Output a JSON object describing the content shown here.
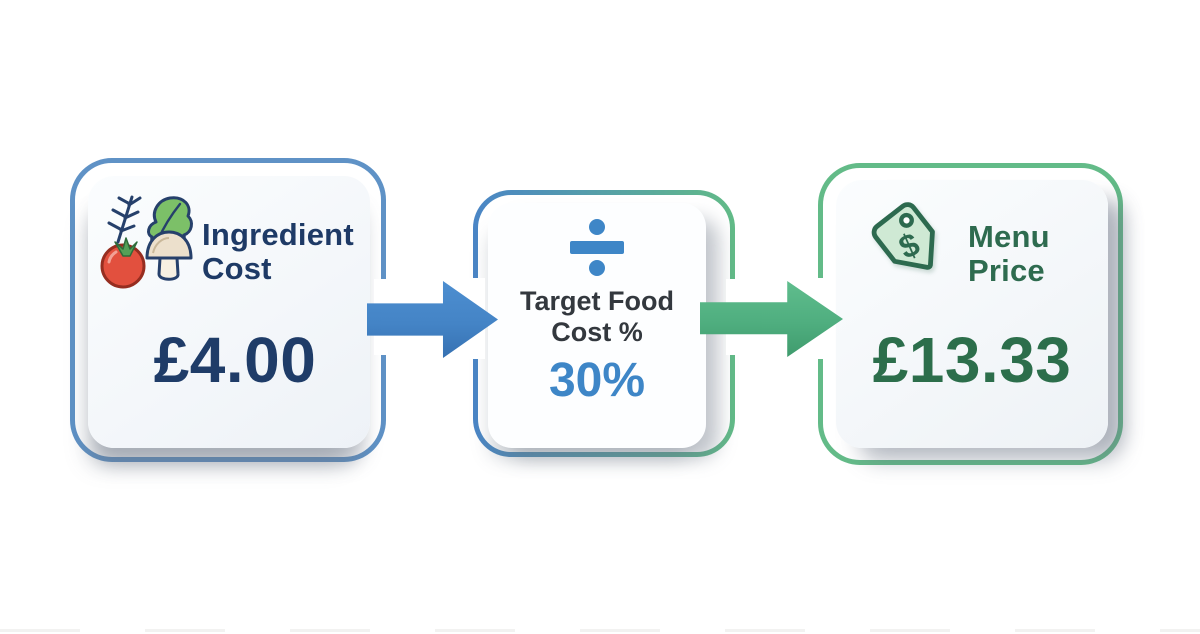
{
  "page": {
    "background_color": "#ffffff"
  },
  "cards": [
    {
      "id": "ingredient-cost",
      "icon": "vegetables-icon",
      "title_line1": "Ingredient",
      "title_line2": "Cost",
      "value": "£4.00",
      "border_color": "#5f92c6",
      "title_color": "#1e3a66",
      "value_color": "#1f3c68"
    },
    {
      "id": "target-food-cost",
      "icon": "division-icon",
      "title_line1": "Target Food",
      "title_line2": "Cost %",
      "value": "30%",
      "border_gradient_left": "#4a85c6",
      "border_gradient_right": "#62bb87",
      "title_color": "#33383e",
      "value_color": "#3e86c7"
    },
    {
      "id": "menu-price",
      "icon": "price-tag-icon",
      "tag_symbol": "$",
      "title_line1": "Menu",
      "title_line2": "Price",
      "value": "£13.33",
      "border_color": "#63bb88",
      "title_color": "#2e6b4f",
      "value_color": "#2c6e4b"
    }
  ],
  "arrows": [
    {
      "id": "arrow-ingredient-to-target",
      "direction": "right",
      "color": "#4484c6"
    },
    {
      "id": "arrow-target-to-menu",
      "direction": "right",
      "color": "#4fae7f"
    }
  ]
}
